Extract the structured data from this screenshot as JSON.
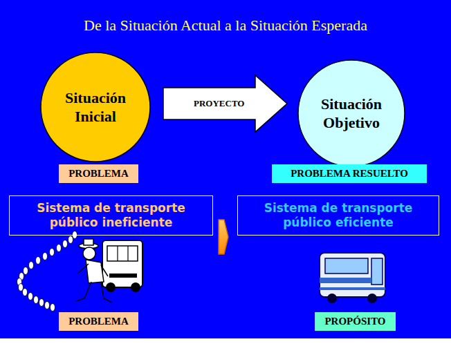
{
  "diagram": {
    "title": "De la Situación Actual a la Situación Esperada",
    "nodes": [
      {
        "text": [
          "Situación Inicial"
        ]
      },
      {
        "text": [
          "Situación Objetivo"
        ]
      },
      {
        "text": [
          "PROBLEMA"
        ]
      },
      {
        "text": [
          "PROBLEMA RESUELTO"
        ]
      },
      {
        "text": [
          "Sistema de transporte público ineficiente"
        ]
      },
      {
        "text": [
          "Sistema de transporte público eficiente"
        ]
      },
      {
        "text": [
          "PROBLEMA"
        ]
      },
      {
        "text": [
          "PROPÓSITO"
        ]
      }
    ],
    "edges": [
      {
        "from": 0,
        "to": 1,
        "label": "PROYECTO",
        "arrow": "to"
      },
      {
        "from": 4,
        "to": 5,
        "arrow": "to"
      }
    ]
  }
}
